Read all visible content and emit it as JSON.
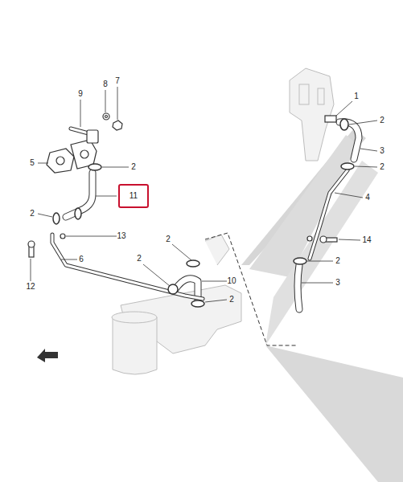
{
  "diagram": {
    "nodes": [
      {
        "text": [
          "11"
        ]
      }
    ],
    "edges": [],
    "labels": [
      "9",
      "8",
      "7",
      "5",
      "2",
      "2",
      "13",
      "12",
      "6",
      "2",
      "2",
      "10",
      "2",
      "1",
      "2",
      "3",
      "2",
      "4",
      "14",
      "2",
      "3"
    ]
  }
}
